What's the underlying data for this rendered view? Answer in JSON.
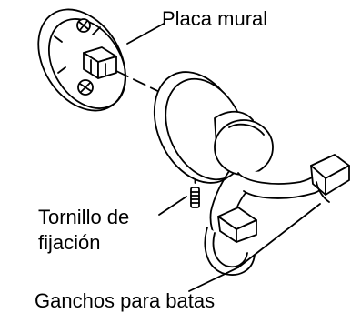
{
  "labels": {
    "wall_plate": "Placa mural",
    "set_screw_line1": "Tornillo de",
    "set_screw_line2": "fijación",
    "robe_hooks": "Ganchos para batas"
  },
  "colors": {
    "line": "#000000",
    "background": "#ffffff"
  },
  "parts": [
    "wall-plate",
    "set-screw",
    "hook-body",
    "robe-hooks"
  ]
}
